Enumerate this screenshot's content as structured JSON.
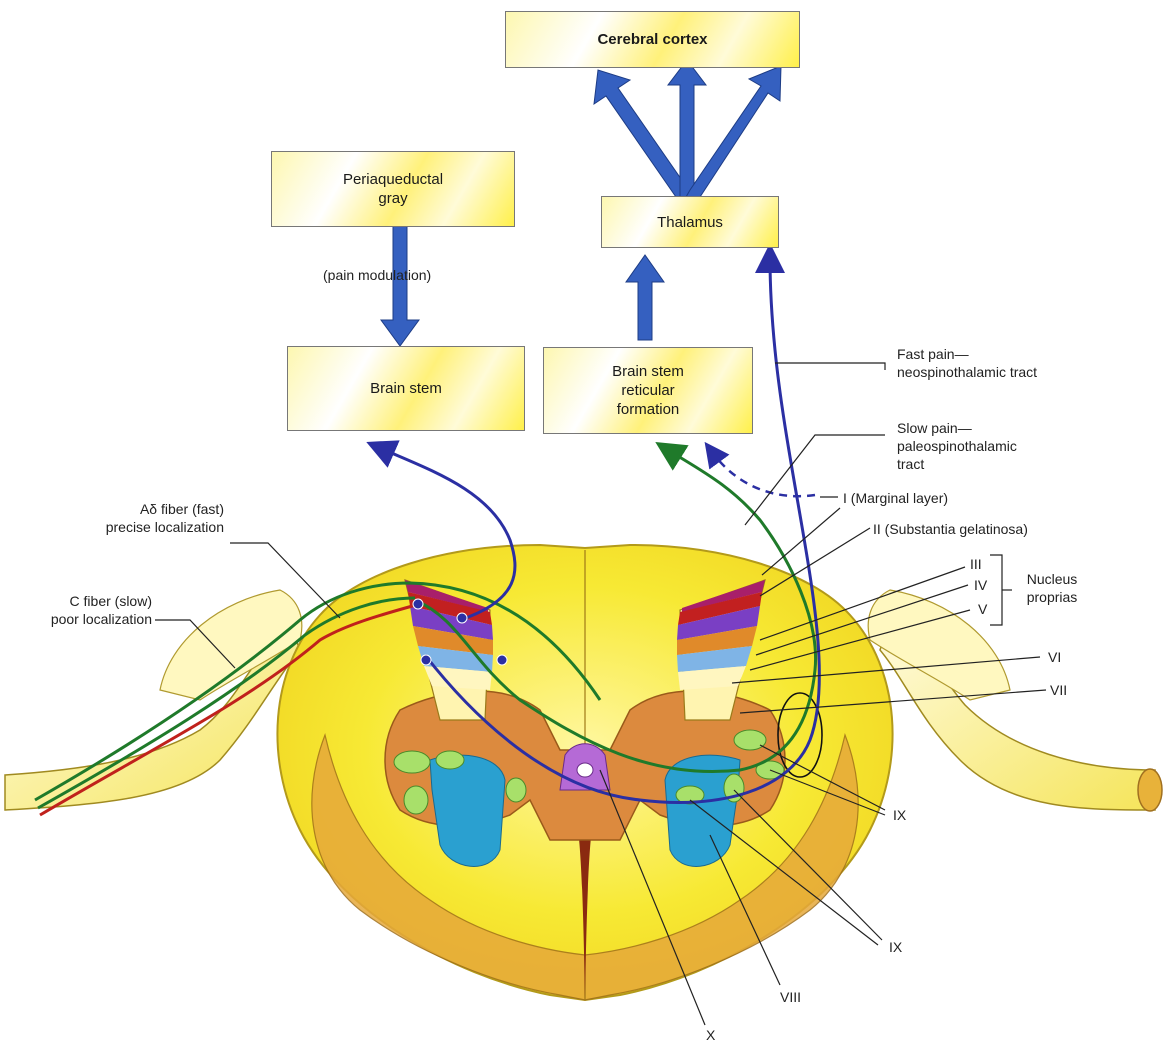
{
  "boxes": {
    "cortex": "Cerebral cortex",
    "thalamus": "Thalamus",
    "pag": "Periaqueductal gray",
    "brainstem": "Brain stem",
    "reticular": "Brain stem reticular formation"
  },
  "labels": {
    "pain_modulation": "(pain modulation)",
    "fast_pain": "Fast pain—neospinothalamic tract",
    "slow_pain": "Slow pain—paleospinothalamic tract",
    "lamina_I": "I (Marginal layer)",
    "lamina_II": "II (Substantia gelatinosa)",
    "lamina_III": "III",
    "lamina_IV": "IV",
    "lamina_V": "V",
    "nucleus_proprias": "Nucleus proprias",
    "lamina_VI": "VI",
    "lamina_VII": "VII",
    "lamina_IX_upper": "IX",
    "lamina_IX_lower": "IX",
    "lamina_VIII": "VIII",
    "lamina_X": "X",
    "a_delta": "Aδ fiber (fast) precise localization",
    "c_fiber": "C fiber (slow) poor localization"
  },
  "colors": {
    "arrow_blue": "#3560c0",
    "fast_tract": "#2b2fa3",
    "slow_tract": "#1f7a2a",
    "c_fiber": "#c0211c",
    "cord_yellow": "#f6e93a",
    "gray_matter": "#d98a3c"
  }
}
